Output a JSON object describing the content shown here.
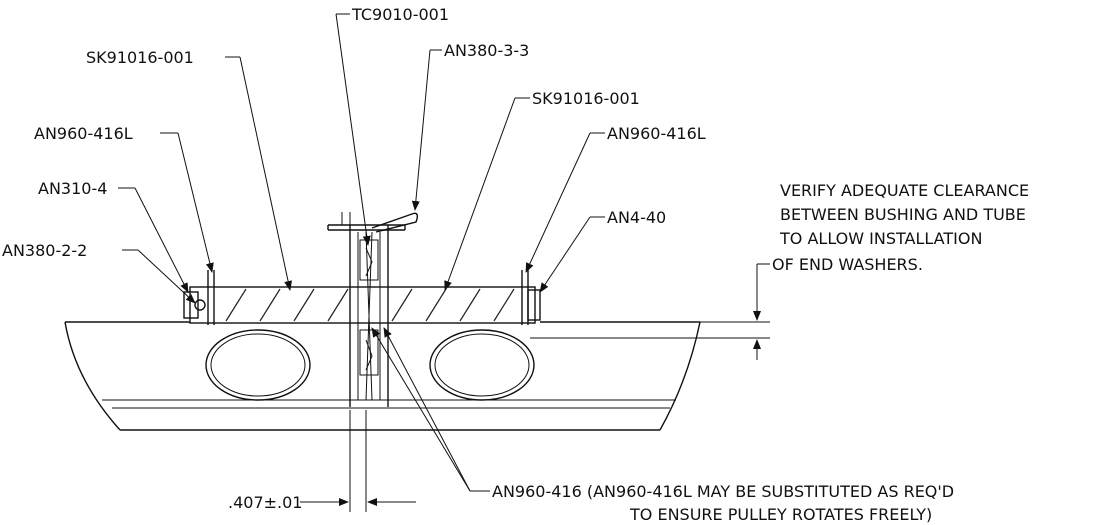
{
  "labels": {
    "tc9010": "TC9010-001",
    "an380_3_3": "AN380-3-3",
    "sk_left": "SK91016-001",
    "sk_right": "SK91016-001",
    "an960_left": "AN960-416L",
    "an960_right": "AN960-416L",
    "an310": "AN310-4",
    "an4_40": "AN4-40",
    "an380_2_2": "AN380-2-2",
    "an960_416": "AN960-416 (AN960-416L MAY BE SUBSTITUTED AS REQ'D",
    "an960_416_line2": "TO ENSURE PULLEY ROTATES FREELY)"
  },
  "note": {
    "line1": "VERIFY ADEQUATE CLEARANCE",
    "line2": "BETWEEN BUSHING AND TUBE",
    "line3": "TO ALLOW INSTALLATION",
    "line4": "OF END WASHERS."
  },
  "dimension": {
    "value": ".407±.01"
  }
}
